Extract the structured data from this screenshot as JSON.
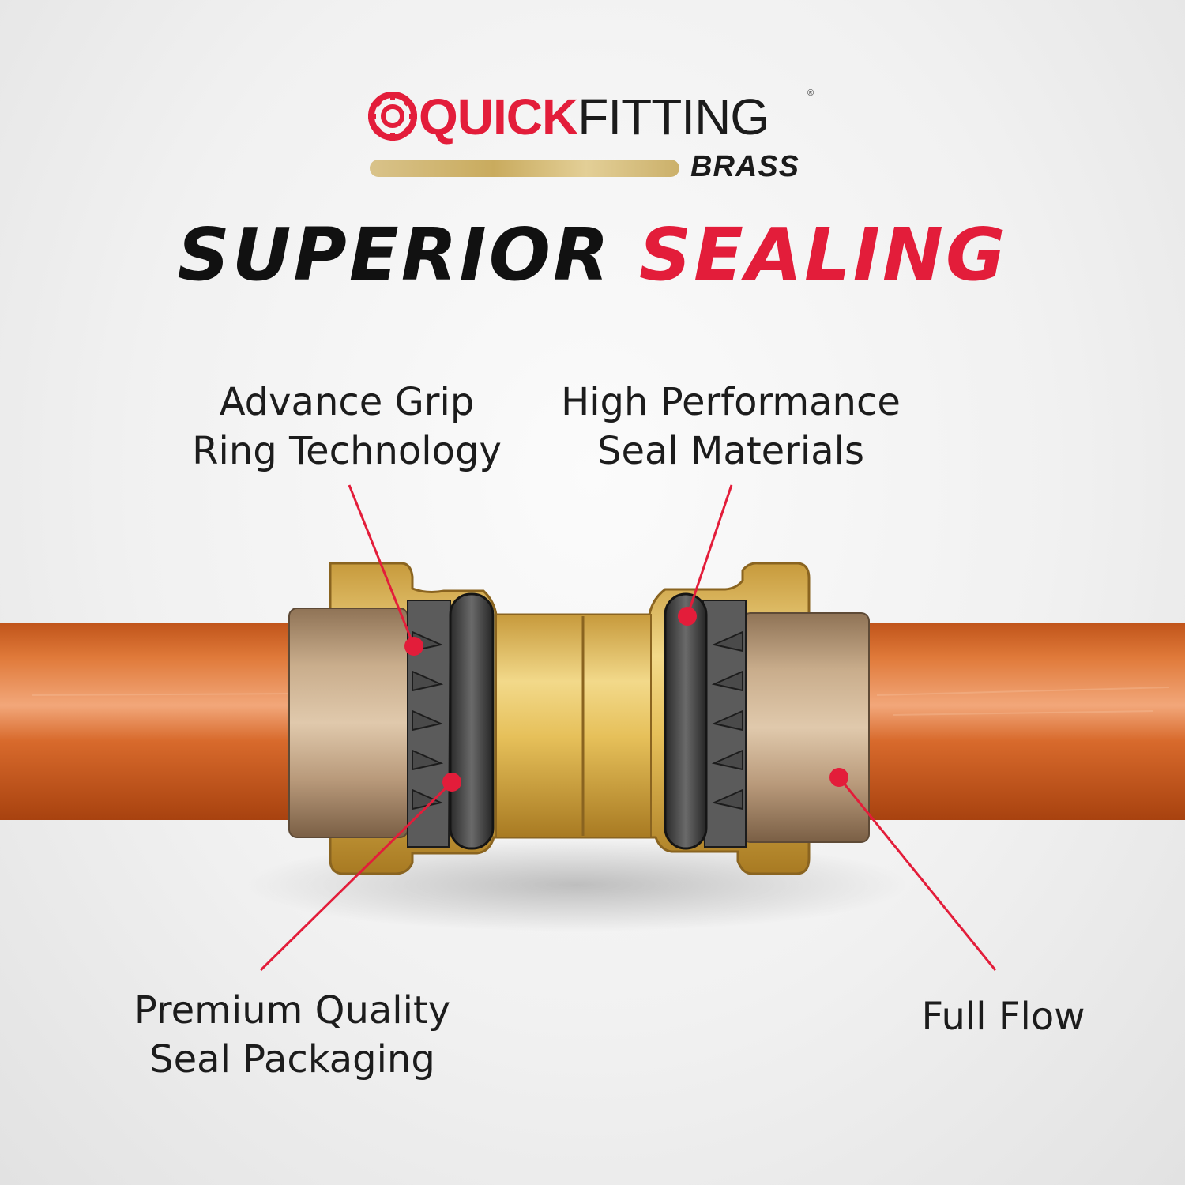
{
  "brand": {
    "quick": "QUICK",
    "fitting": "FITTING",
    "registered": "®",
    "subline": "BRASS",
    "colors": {
      "red": "#e31d3a",
      "black": "#1b1b1b",
      "gold": "#c9ab5e"
    }
  },
  "headline": {
    "part1": "SUPERIOR",
    "part2": "SEALING"
  },
  "callouts": {
    "grip": {
      "line1": "Advance Grip",
      "line2": "Ring Technology"
    },
    "seal_materials": {
      "line1": "High Performance",
      "line2": "Seal Materials"
    },
    "packaging": {
      "line1": "Premium Quality",
      "line2": "Seal Packaging"
    },
    "flow": {
      "line1": "Full Flow"
    }
  },
  "icons": [
    "quickfitting-logo-icon",
    "pipe-fitting-illustration"
  ]
}
